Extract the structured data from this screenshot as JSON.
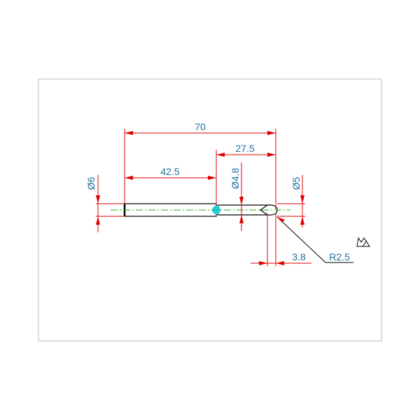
{
  "drawing": {
    "dimensions": {
      "overall_length": "70",
      "tip_length": "27.5",
      "shank_length": "42.5",
      "shank_diameter": "Ø6",
      "neck_diameter": "Ø4.8",
      "tip_diameter": "Ø5",
      "ball_offset": "3.8",
      "ball_radius": "R2.5"
    },
    "colors": {
      "dimension": "#e00000",
      "text": "#1f6f9a",
      "centerline": "#20b020",
      "marker": "#20d0e0"
    }
  }
}
